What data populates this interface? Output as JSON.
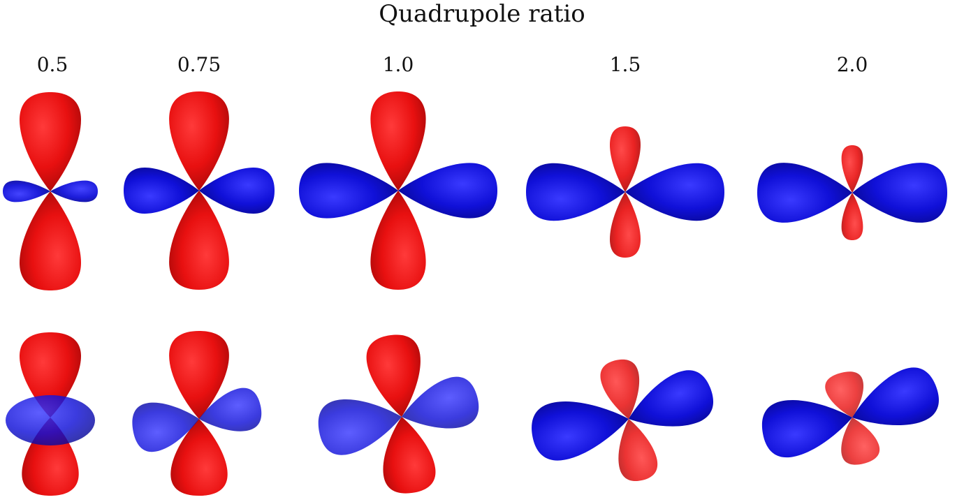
{
  "title": "Quadrupole ratio",
  "columns": [
    {
      "label": "0.5"
    },
    {
      "label": "0.75"
    },
    {
      "label": "1.0"
    },
    {
      "label": "1.5"
    },
    {
      "label": "2.0"
    }
  ],
  "colors": {
    "red_lobe": "#e81010",
    "blue_lobe": "#1010d8",
    "background": "#ffffff"
  }
}
